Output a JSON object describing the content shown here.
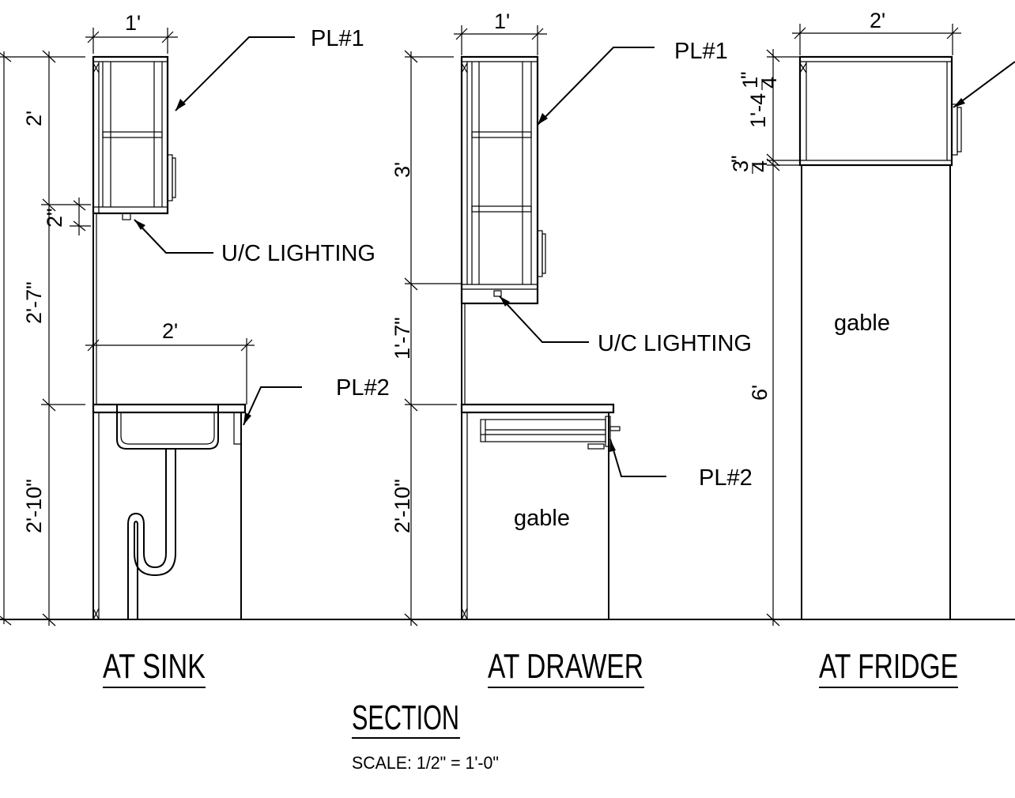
{
  "sections": [
    {
      "title": "AT SINK",
      "dims": {
        "upper_width": "1'",
        "upper_height": "2'",
        "gap_small": "2\"",
        "backsplash": "2'-7\"",
        "counter_width": "2'",
        "base_height": "2'-10\""
      },
      "callouts": {
        "upper": "PL#1",
        "lighting": "U/C LIGHTING",
        "counter": "PL#2"
      }
    },
    {
      "title": "AT DRAWER",
      "dims": {
        "upper_width": "1'",
        "upper_height": "3'",
        "backsplash": "1'-7\"",
        "base_height": "2'-10\""
      },
      "callouts": {
        "upper": "PL#1",
        "lighting": "U/C LIGHTING",
        "counter": "PL#2"
      },
      "gable_label": "gable"
    },
    {
      "title": "AT FRIDGE",
      "dims": {
        "upper_width": "2'",
        "upper_height": "1'-4",
        "upper_height_frac_num": "1",
        "upper_height_frac_den": "4",
        "upper_height_inch": "\"",
        "gap_num": "3",
        "gap_den": "4",
        "gap_inch": "\"",
        "total_height": "6'"
      },
      "gable_label": "gable"
    }
  ],
  "footer": {
    "title": "SECTION",
    "scale": "SCALE:  1/2\" = 1'-0\""
  }
}
